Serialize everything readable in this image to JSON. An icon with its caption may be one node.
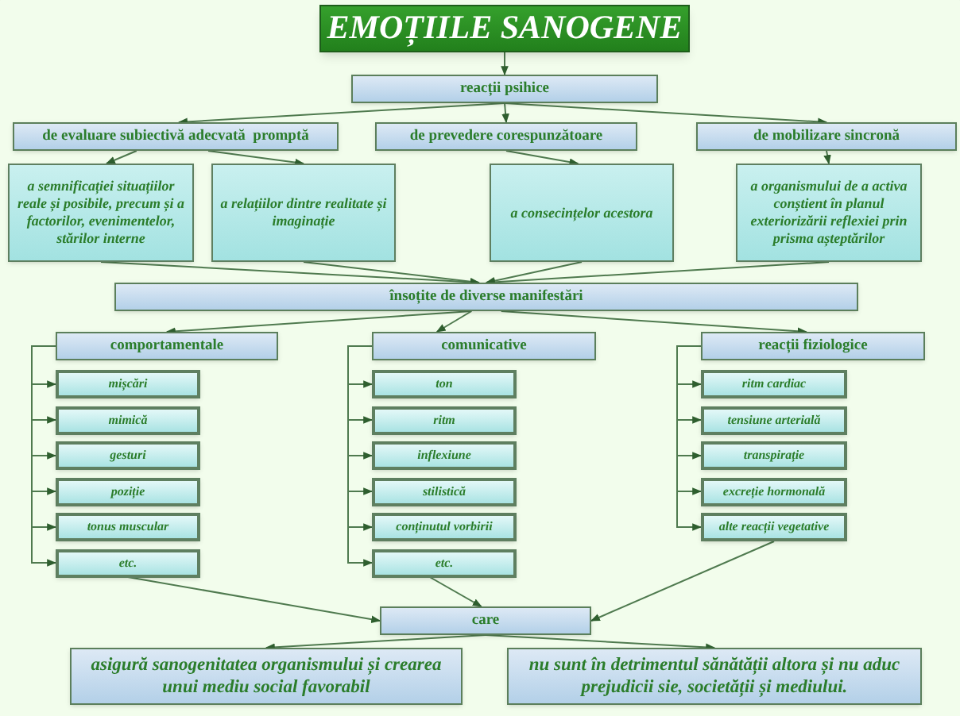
{
  "diagram": {
    "nodes": [
      {
        "text": [
          "EMOȚIILE SANOGENE"
        ]
      },
      {
        "text": [
          "reacții psihice"
        ]
      },
      {
        "text": [
          "de evaluare subiectivă adecvată  promptă"
        ]
      },
      {
        "text": [
          "de prevedere corespunzătoare"
        ]
      },
      {
        "text": [
          "de mobilizare sincronă"
        ]
      },
      {
        "text": [
          "a semnificației situațiilor reale și posibile, precum și a factorilor, evenimentelor, stărilor interne"
        ]
      },
      {
        "text": [
          "a relațiilor dintre realitate și imaginație"
        ]
      },
      {
        "text": [
          "a consecințelor acestora"
        ]
      },
      {
        "text": [
          "a organismului de a activa conștient în planul exteriorizării reflexiei prin prisma așteptărilor"
        ]
      },
      {
        "text": [
          "însoțite de diverse manifestări"
        ]
      },
      {
        "text": [
          "comportamentale"
        ]
      },
      {
        "text": [
          "comunicative"
        ]
      },
      {
        "text": [
          "reacții fiziologice"
        ]
      },
      {
        "text": [
          "mișcări"
        ]
      },
      {
        "text": [
          "mimică"
        ]
      },
      {
        "text": [
          "gesturi"
        ]
      },
      {
        "text": [
          "poziție"
        ]
      },
      {
        "text": [
          "tonus muscular"
        ]
      },
      {
        "text": [
          "etc."
        ]
      },
      {
        "text": [
          "ton"
        ]
      },
      {
        "text": [
          "ritm"
        ]
      },
      {
        "text": [
          "inflexiune"
        ]
      },
      {
        "text": [
          "stilistică"
        ]
      },
      {
        "text": [
          "conținutul vorbirii"
        ]
      },
      {
        "text": [
          "etc."
        ]
      },
      {
        "text": [
          "ritm cardiac"
        ]
      },
      {
        "text": [
          "tensiune arterială"
        ]
      },
      {
        "text": [
          "transpirație"
        ]
      },
      {
        "text": [
          "excreție hormonală"
        ]
      },
      {
        "text": [
          "alte reacții vegetative"
        ]
      },
      {
        "text": [
          "care"
        ]
      },
      {
        "text": [
          "asigură sanogenitatea organismului și crearea unui mediu social favorabil"
        ]
      },
      {
        "text": [
          "nu sunt în detrimentul sănătății altora și nu aduc prejudicii sie, societății și mediului."
        ]
      }
    ],
    "edges": [
      {
        "from": 0,
        "to": 1,
        "arrow": "to"
      },
      {
        "from": 1,
        "to": 2,
        "arrow": "to"
      },
      {
        "from": 1,
        "to": 3,
        "arrow": "to"
      },
      {
        "from": 1,
        "to": 4,
        "arrow": "to"
      },
      {
        "from": 2,
        "to": 5,
        "arrow": "to"
      },
      {
        "from": 2,
        "to": 6,
        "arrow": "to"
      },
      {
        "from": 3,
        "to": 7,
        "arrow": "to"
      },
      {
        "from": 4,
        "to": 8,
        "arrow": "to"
      },
      {
        "from": 5,
        "to": 9,
        "arrow": "to"
      },
      {
        "from": 6,
        "to": 9,
        "arrow": "to"
      },
      {
        "from": 7,
        "to": 9,
        "arrow": "to"
      },
      {
        "from": 8,
        "to": 9,
        "arrow": "to"
      },
      {
        "from": 9,
        "to": 10,
        "arrow": "to"
      },
      {
        "from": 9,
        "to": 11,
        "arrow": "to"
      },
      {
        "from": 9,
        "to": 12,
        "arrow": "to"
      },
      {
        "from": 10,
        "to": 13,
        "arrow": "to"
      },
      {
        "from": 10,
        "to": 14,
        "arrow": "to"
      },
      {
        "from": 10,
        "to": 15,
        "arrow": "to"
      },
      {
        "from": 10,
        "to": 16,
        "arrow": "to"
      },
      {
        "from": 10,
        "to": 17,
        "arrow": "to"
      },
      {
        "from": 10,
        "to": 18,
        "arrow": "to"
      },
      {
        "from": 11,
        "to": 19,
        "arrow": "to"
      },
      {
        "from": 11,
        "to": 20,
        "arrow": "to"
      },
      {
        "from": 11,
        "to": 21,
        "arrow": "to"
      },
      {
        "from": 11,
        "to": 22,
        "arrow": "to"
      },
      {
        "from": 11,
        "to": 23,
        "arrow": "to"
      },
      {
        "from": 11,
        "to": 24,
        "arrow": "to"
      },
      {
        "from": 12,
        "to": 25,
        "arrow": "to"
      },
      {
        "from": 12,
        "to": 26,
        "arrow": "to"
      },
      {
        "from": 12,
        "to": 27,
        "arrow": "to"
      },
      {
        "from": 12,
        "to": 28,
        "arrow": "to"
      },
      {
        "from": 12,
        "to": 29,
        "arrow": "to"
      },
      {
        "from": 18,
        "to": 30,
        "arrow": "to"
      },
      {
        "from": 24,
        "to": 30,
        "arrow": "to"
      },
      {
        "from": 29,
        "to": 30,
        "arrow": "to"
      },
      {
        "from": 30,
        "to": 31,
        "arrow": "to"
      },
      {
        "from": 30,
        "to": 32,
        "arrow": "to"
      }
    ]
  }
}
